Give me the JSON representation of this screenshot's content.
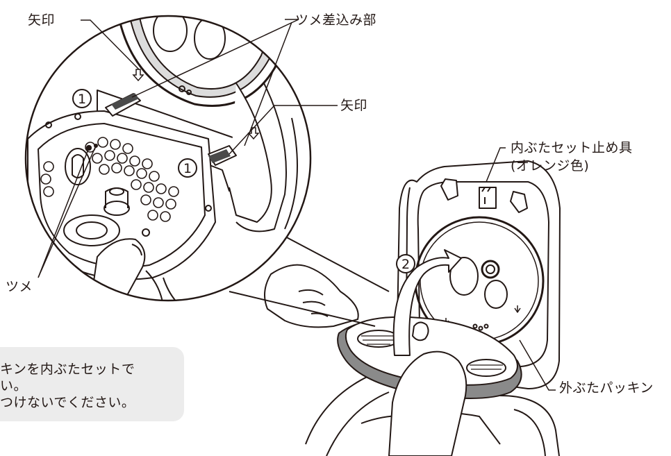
{
  "labels": {
    "arrow_mark_top": "矢印",
    "claw_insert": "ツメ差込み部",
    "arrow_mark_right": "矢印",
    "stopper_line1": "内ぶたセット止め具",
    "stopper_line2": "(オレンジ色)",
    "claw": "ツメ",
    "outer_packing": "外ぶたパッキン"
  },
  "step_numbers": {
    "one_a": "1",
    "one_b": "1",
    "two": "2"
  },
  "note": {
    "line1": "キンを内ぶたセットで",
    "line2": "い。",
    "line3": "つけないでください。"
  }
}
